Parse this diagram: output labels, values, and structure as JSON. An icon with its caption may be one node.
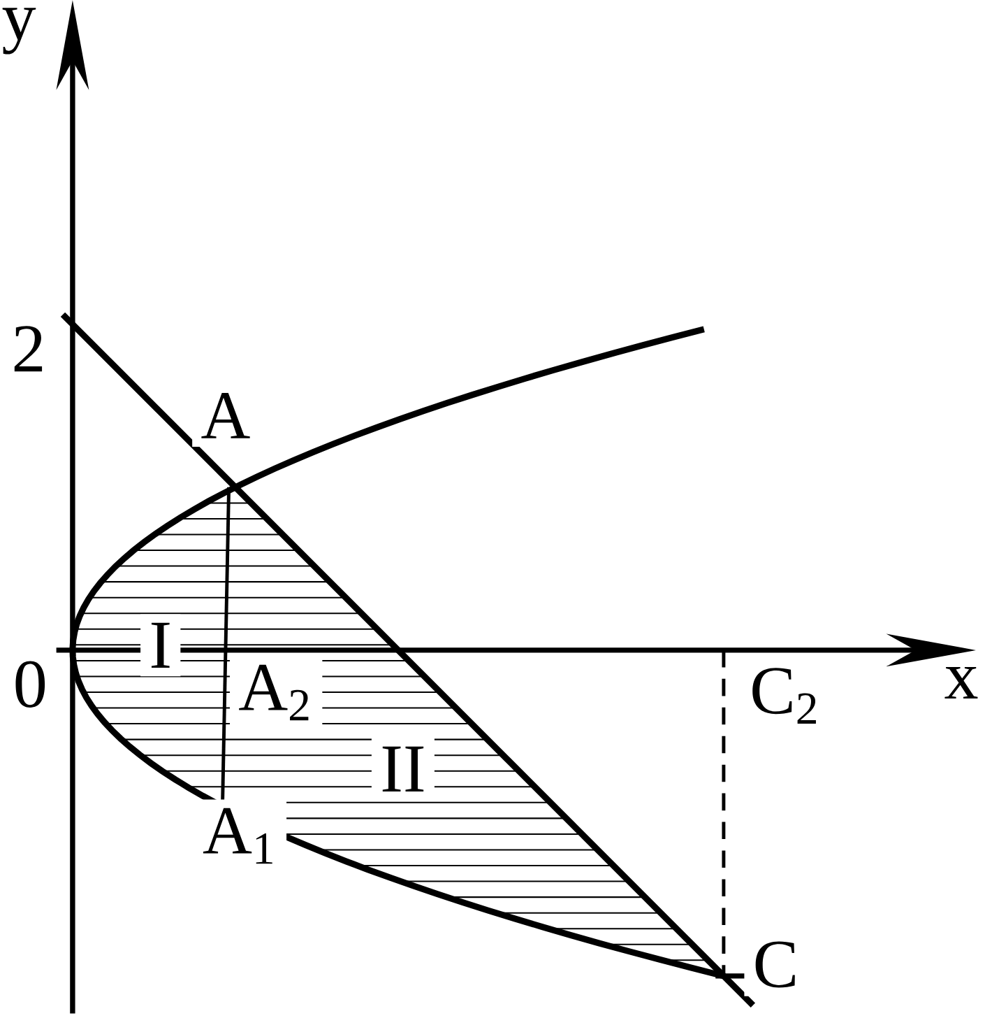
{
  "diagram": {
    "labels": [
      "y",
      "2",
      "A",
      "I",
      "0",
      "A$_{2}$",
      "x",
      "C$_{2}$",
      "II",
      "A$_{1}$",
      "C"
    ]
  }
}
